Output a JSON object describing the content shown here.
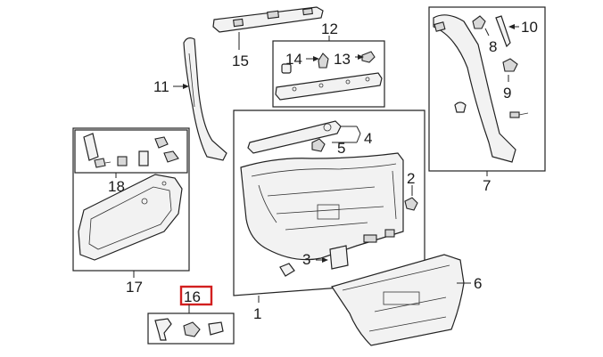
{
  "callouts": {
    "c1": "1",
    "c2": "2",
    "c3": "3",
    "c4": "4",
    "c5": "5",
    "c6": "6",
    "c7": "7",
    "c8": "8",
    "c9": "9",
    "c10": "10",
    "c11": "11",
    "c12": "12",
    "c13": "13",
    "c14": "14",
    "c15": "15",
    "c16": "16",
    "c17": "17",
    "c18": "18"
  },
  "highlight": {
    "target": "16",
    "color": "#d21f1f"
  }
}
